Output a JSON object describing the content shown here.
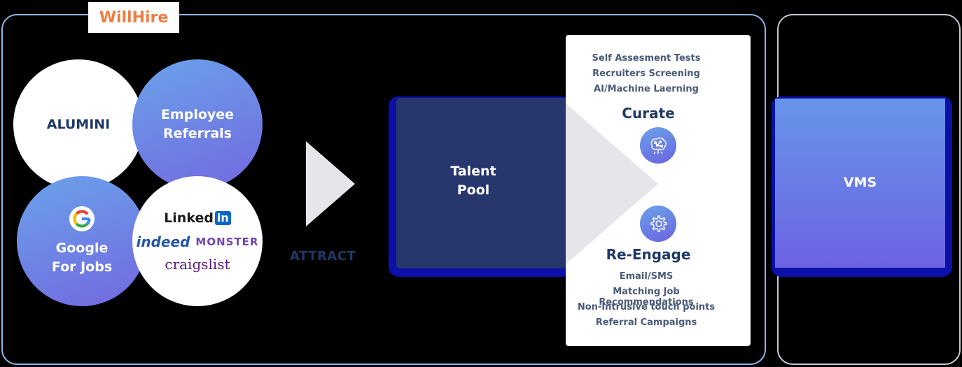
{
  "brand": {
    "name": "WillHire",
    "color": "#ef7d42"
  },
  "sources": {
    "alumini": "ALUMINI",
    "referrals_line1": "Employee",
    "referrals_line2": "Referrals",
    "google_line1": "Google",
    "google_line2": "For Jobs",
    "google_icon": "google-g-logo",
    "boards": {
      "linkedin_text": "Linked",
      "linkedin_box": "in",
      "indeed": "indeed",
      "monster": "MONSTER",
      "craigslist": "craigslist"
    }
  },
  "attract": {
    "label": "ATTRACT"
  },
  "talent_pool": {
    "line1": "Talent",
    "line2": "Pool"
  },
  "curate": {
    "heading": "Curate",
    "icon": "brain-network-icon",
    "items": [
      "Self Assesment Tests",
      "Recruiters Screening",
      "AI/Machine Laerning"
    ]
  },
  "reengage": {
    "heading": "Re-Engage",
    "icon": "gear-icon",
    "items": [
      "Email/SMS",
      "Matching Job Recommendations",
      "Non-Intrusive touch points",
      "Referral Campaigns"
    ]
  },
  "vms": {
    "label": "VMS"
  },
  "colors": {
    "dark_navy": "#203864",
    "pool_fill": "#27376d",
    "glow": "#0a10a8",
    "gradient_start": "#6aa2ea",
    "gradient_end": "#7368e0",
    "main_frame_border": "#8fb3e6",
    "vms_frame_border": "#c4c9d1"
  }
}
